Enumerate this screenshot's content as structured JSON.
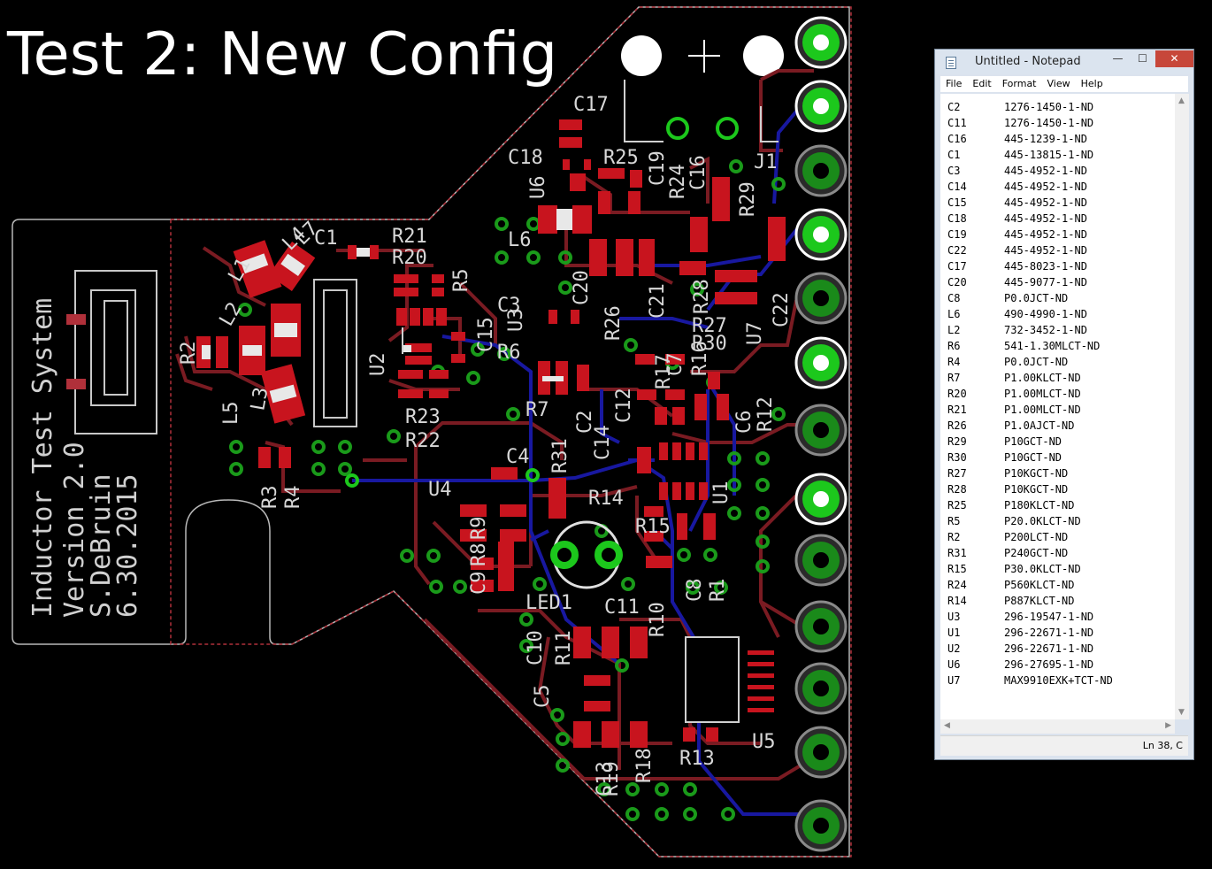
{
  "title": "Test 2: New Config",
  "board": {
    "silkscreen": [
      "Inductor Test System",
      "Version 2.0",
      "S.DeBruin",
      "6.30.2015"
    ],
    "labels": [
      "C1",
      "C2",
      "C3",
      "C4",
      "C5",
      "C6",
      "C7",
      "C8",
      "C9",
      "C10",
      "C11",
      "C12",
      "C13",
      "C14",
      "C15",
      "C16",
      "C17",
      "C18",
      "C19",
      "C20",
      "C21",
      "C22",
      "J1",
      "L1",
      "L2",
      "L3",
      "L4",
      "L5",
      "L6",
      "L7",
      "LED1",
      "R1",
      "R2",
      "R3",
      "R4",
      "R5",
      "R6",
      "R7",
      "R8",
      "R9",
      "R10",
      "R11",
      "R12",
      "R13",
      "R14",
      "R15",
      "R16",
      "R17",
      "R18",
      "R19",
      "R20",
      "R21",
      "R22",
      "R23",
      "R24",
      "R25",
      "R26",
      "R27",
      "R28",
      "R29",
      "R30",
      "R31",
      "U1",
      "U2",
      "U3",
      "U4",
      "U5",
      "U6",
      "U7"
    ]
  },
  "notepad": {
    "title": "Untitled - Notepad",
    "buttons": {
      "minimize": "—",
      "maximize": "☐",
      "close": "✕"
    },
    "menu": [
      "File",
      "Edit",
      "Format",
      "View",
      "Help"
    ],
    "lines": [
      {
        "ref": "C2",
        "part": "1276-1450-1-ND"
      },
      {
        "ref": "C11",
        "part": "1276-1450-1-ND"
      },
      {
        "ref": "C16",
        "part": "445-1239-1-ND"
      },
      {
        "ref": "C1",
        "part": "445-13815-1-ND"
      },
      {
        "ref": "C3",
        "part": "445-4952-1-ND"
      },
      {
        "ref": "C14",
        "part": "445-4952-1-ND"
      },
      {
        "ref": "C15",
        "part": "445-4952-1-ND"
      },
      {
        "ref": "C18",
        "part": "445-4952-1-ND"
      },
      {
        "ref": "C19",
        "part": "445-4952-1-ND"
      },
      {
        "ref": "C22",
        "part": "445-4952-1-ND"
      },
      {
        "ref": "C17",
        "part": "445-8023-1-ND"
      },
      {
        "ref": "C20",
        "part": "445-9077-1-ND"
      },
      {
        "ref": "C8",
        "part": "P0.0JCT-ND"
      },
      {
        "ref": "L6",
        "part": "490-4990-1-ND"
      },
      {
        "ref": "L2",
        "part": "732-3452-1-ND"
      },
      {
        "ref": "R6",
        "part": "541-1.30MLCT-ND"
      },
      {
        "ref": "R4",
        "part": "P0.0JCT-ND"
      },
      {
        "ref": "R7",
        "part": "P1.00KLCT-ND"
      },
      {
        "ref": "R20",
        "part": "P1.00MLCT-ND"
      },
      {
        "ref": "R21",
        "part": "P1.00MLCT-ND"
      },
      {
        "ref": "R26",
        "part": "P1.0AJCT-ND"
      },
      {
        "ref": "R29",
        "part": "P10GCT-ND"
      },
      {
        "ref": "R30",
        "part": "P10GCT-ND"
      },
      {
        "ref": "R27",
        "part": "P10KGCT-ND"
      },
      {
        "ref": "R28",
        "part": "P10KGCT-ND"
      },
      {
        "ref": "R25",
        "part": "P180KLCT-ND"
      },
      {
        "ref": "R5",
        "part": "P20.0KLCT-ND"
      },
      {
        "ref": "R2",
        "part": "P200LCT-ND"
      },
      {
        "ref": "R31",
        "part": "P240GCT-ND"
      },
      {
        "ref": "R15",
        "part": "P30.0KLCT-ND"
      },
      {
        "ref": "R24",
        "part": "P560KLCT-ND"
      },
      {
        "ref": "R14",
        "part": "P887KLCT-ND"
      },
      {
        "ref": "U3",
        "part": "296-19547-1-ND"
      },
      {
        "ref": "U1",
        "part": "296-22671-1-ND"
      },
      {
        "ref": "U2",
        "part": "296-22671-1-ND"
      },
      {
        "ref": "U6",
        "part": "296-27695-1-ND"
      },
      {
        "ref": "U7",
        "part": "MAX9910EXK+TCT-ND"
      }
    ],
    "status": "Ln 38, C"
  }
}
